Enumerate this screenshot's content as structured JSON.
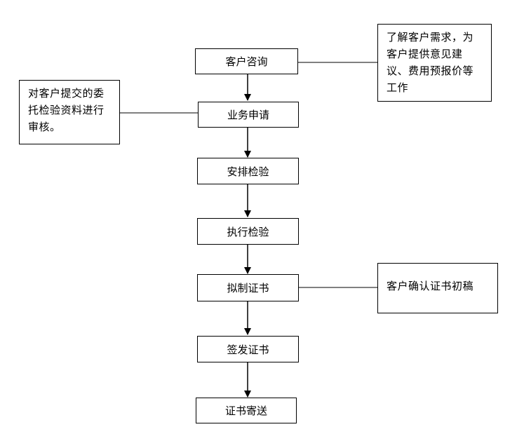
{
  "flow": {
    "steps": [
      {
        "label": "客户咨询"
      },
      {
        "label": "业务申请"
      },
      {
        "label": "安排检验"
      },
      {
        "label": "执行检验"
      },
      {
        "label": "拟制证书"
      },
      {
        "label": "签发证书"
      },
      {
        "label": "证书寄送"
      }
    ]
  },
  "notes": {
    "consult": {
      "lines": [
        "了解客户需求，为",
        "客户提供意见建",
        "议、费用预报价等",
        "工作"
      ]
    },
    "review": {
      "lines": [
        "对客户提交的委",
        "托检验资料进行",
        "审核。"
      ]
    },
    "confirm": {
      "lines": [
        "客户确认证书初稿"
      ]
    }
  }
}
